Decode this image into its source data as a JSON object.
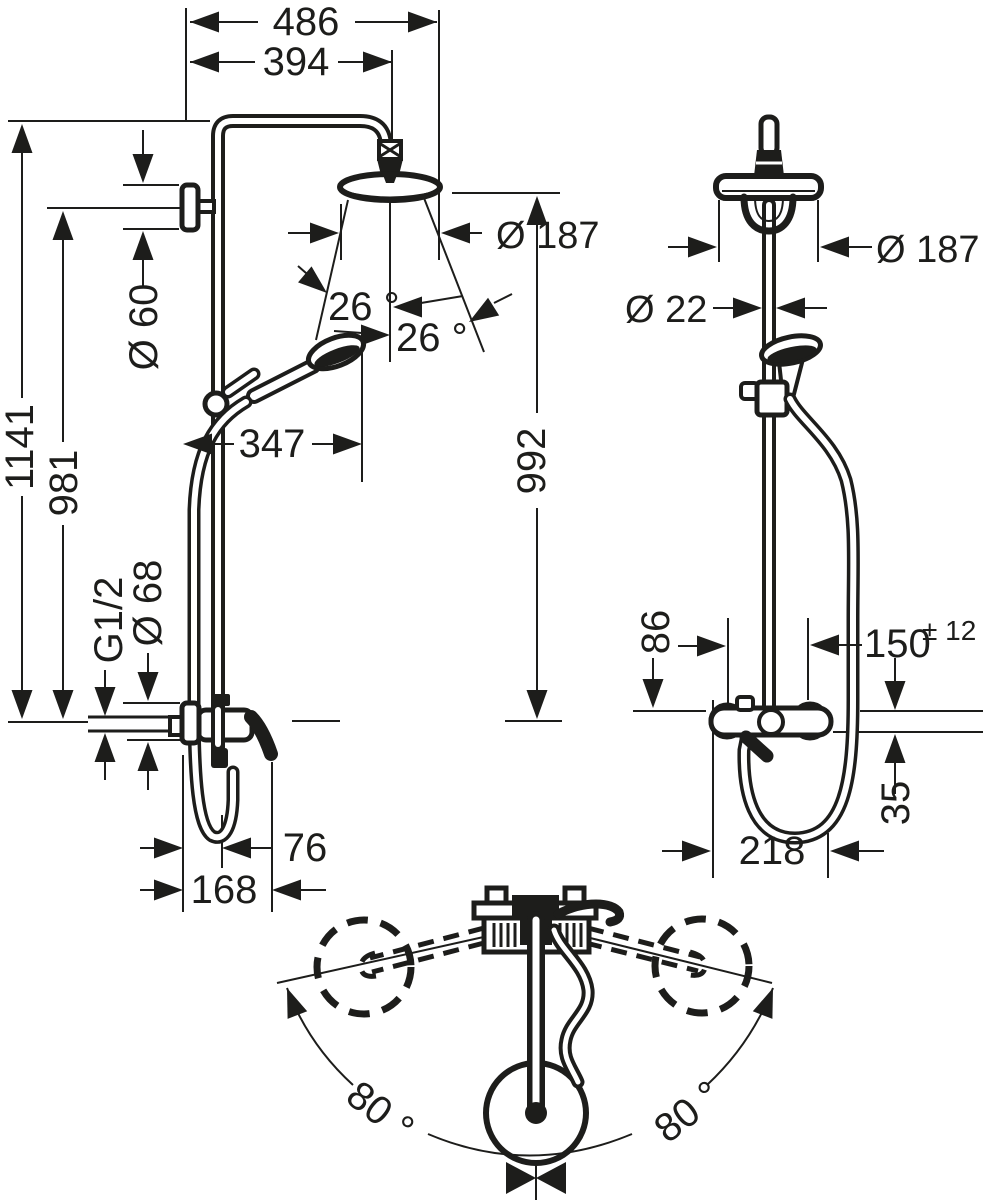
{
  "dimensions": {
    "front": {
      "width_overall": "486",
      "width_to_head_center": "394",
      "bracket_diameter": "Ø 60",
      "height_total": "1141",
      "height_to_holder": "981",
      "inlet_thread": "G1/2",
      "escutcheon_diameter": "Ø 68",
      "handshower_reach": "347",
      "head_tilt_left": "26 °",
      "head_tilt_right": "26 °",
      "head_diameter": "Ø 187",
      "head_height_above_mixer": "992",
      "hose_depth": "76",
      "mixer_depth": "168"
    },
    "side": {
      "head_diameter": "Ø 187",
      "pipe_diameter": "Ø 22",
      "mixer_offset": "86",
      "connection_spacing": "150",
      "connection_spacing_tolerance": "± 12",
      "port_drop": "35",
      "mixer_width": "218"
    },
    "top": {
      "swivel_left": "80 °",
      "swivel_right": "80 °"
    }
  }
}
